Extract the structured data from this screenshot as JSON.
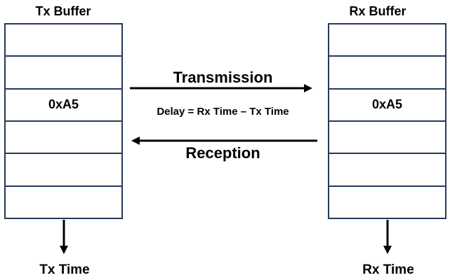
{
  "tx_buffer": {
    "title": "Tx Buffer",
    "cells": [
      "",
      "",
      "0xA5",
      "",
      "",
      ""
    ]
  },
  "rx_buffer": {
    "title": "Rx Buffer",
    "cells": [
      "",
      "",
      "0xA5",
      "",
      "",
      ""
    ]
  },
  "arrows": {
    "transmission_label": "Transmission",
    "reception_label": "Reception",
    "delay_formula": "Delay = Rx Time – Tx Time"
  },
  "times": {
    "tx_time": "Tx Time",
    "rx_time": "Rx Time"
  },
  "colors": {
    "buffer_border": "#243a5a",
    "arrow": "#000000",
    "text": "#000000"
  }
}
